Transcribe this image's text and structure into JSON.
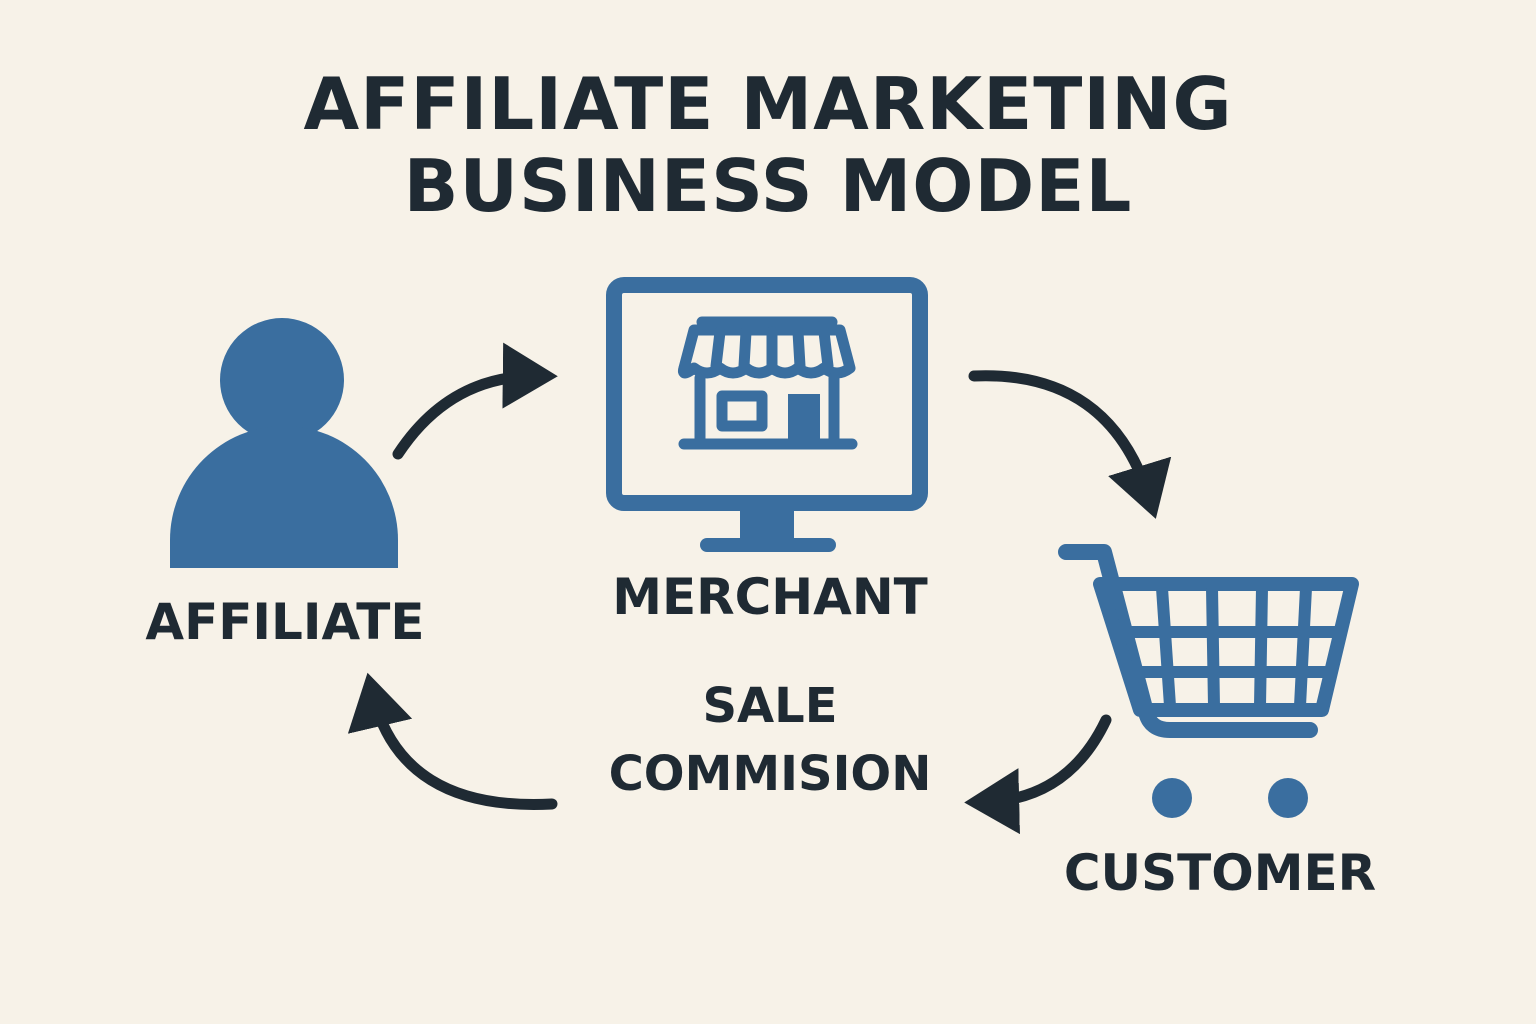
{
  "title": {
    "line1": "AFFILIATE MARKETING",
    "line2": "BUSINESS MODEL"
  },
  "nodes": {
    "affiliate": {
      "label": "AFFILIATE",
      "icon": "person-icon"
    },
    "merchant": {
      "label": "MERCHANT",
      "icon": "monitor-store-icon"
    },
    "customer": {
      "label": "CUSTOMER",
      "icon": "shopping-cart-icon"
    }
  },
  "flow": {
    "return_label_line1": "SALE",
    "return_label_line2": "COMMISION"
  },
  "colors": {
    "background": "#f7f2e8",
    "icon_blue": "#3a6e9f",
    "text_dark": "#1f2a33",
    "arrow_dark": "#1f2a33"
  }
}
